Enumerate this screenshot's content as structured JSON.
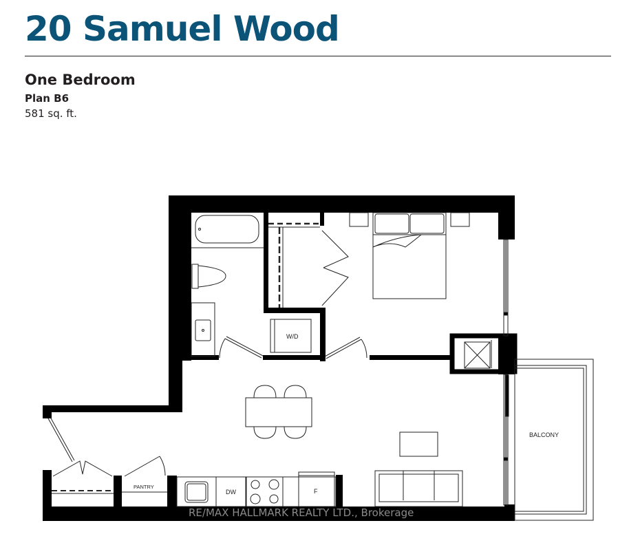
{
  "header": {
    "title": "20 Samuel Wood",
    "unit_type": "One Bedroom",
    "plan": "Plan B6",
    "area": "581 sq. ft."
  },
  "floorplan": {
    "labels": {
      "washer_dryer": "W/D",
      "pantry": "PANTRY",
      "dishwasher": "DW",
      "fridge": "F",
      "balcony": "BALCONY"
    },
    "colors": {
      "title": "#0c5378",
      "walls": "#000000",
      "lines": "#222222"
    }
  },
  "watermark": "RE/MAX HALLMARK REALTY LTD., Brokerage"
}
